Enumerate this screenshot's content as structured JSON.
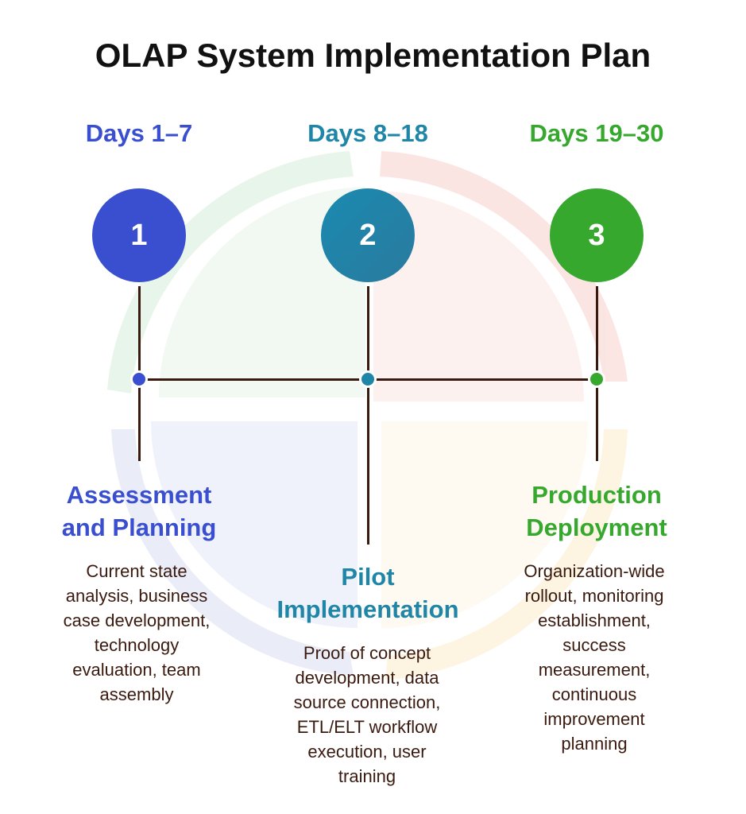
{
  "title": "OLAP System Implementation Plan",
  "colors": {
    "phase1": "#3a4fd0",
    "phase2": "#1f86a8",
    "phase3": "#36a82e",
    "line": "#3a1a0e",
    "description_text": "#3a1a0e",
    "watermark": [
      "#e8f5ea",
      "#fbe7e6",
      "#e8ecf8",
      "#fdf6e3"
    ]
  },
  "phases": [
    {
      "number": "1",
      "days": "Days 1–7",
      "title_line1": "Assessment",
      "title_line2": "and Planning",
      "description": [
        "Current state",
        "analysis, business",
        "case development,",
        "technology",
        "evaluation, team",
        "assembly"
      ]
    },
    {
      "number": "2",
      "days": "Days 8–18",
      "title_line1": "Pilot",
      "title_line2": "Implementation",
      "description": [
        "Proof of concept",
        "development, data",
        "source connection,",
        "ETL/ELT workflow",
        "execution, user",
        "training"
      ]
    },
    {
      "number": "3",
      "days": "Days 19–30",
      "title_line1": "Production",
      "title_line2": "Deployment",
      "description": [
        "Organization-wide",
        "rollout, monitoring",
        "establishment,",
        "success",
        "measurement,",
        "continuous",
        "improvement",
        "planning"
      ]
    }
  ]
}
